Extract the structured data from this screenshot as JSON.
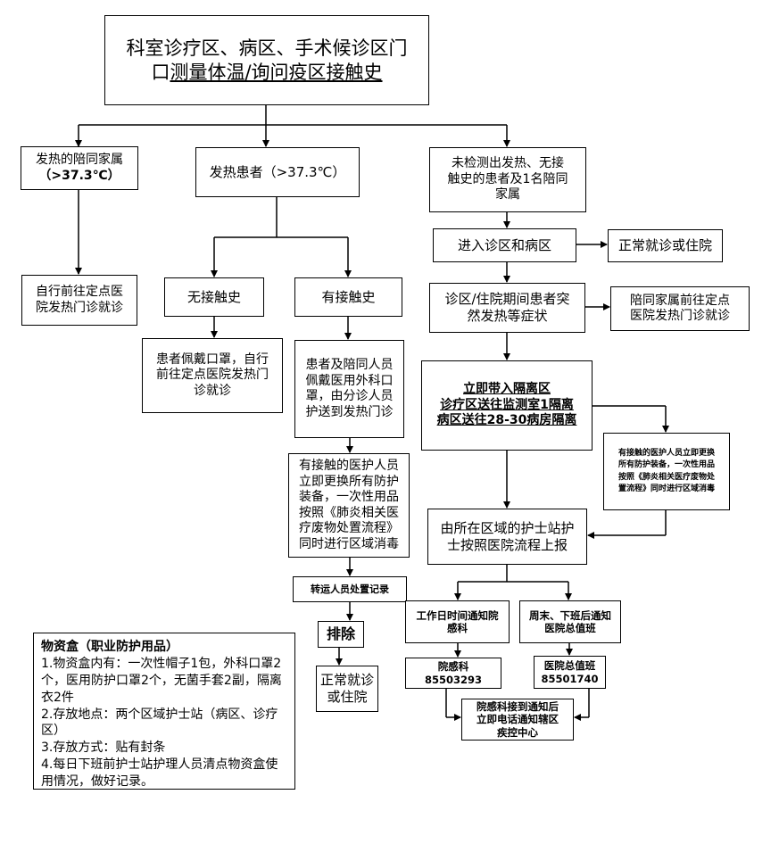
{
  "title": {
    "line1": "科室诊疗区、病区、手术候诊区门",
    "line2_prefix": "口",
    "line2_underlined": "测量体温/询问疫区接触史"
  },
  "fever_family": {
    "line1": "发热的陪同家属",
    "line2": "（>37.3℃）"
  },
  "fever_family_action": {
    "line1": "自行前往定点医",
    "line2": "院发热门诊就诊"
  },
  "fever_patient": "发热患者（>37.3℃）",
  "no_contact": "无接触史",
  "no_contact_action": {
    "line1": "患者佩戴口罩，自行",
    "line2": "前往定点医院发热门",
    "line3": "诊就诊"
  },
  "has_contact": "有接触史",
  "has_contact_action": {
    "line1": "患者及陪同人员",
    "line2": "佩戴医用外科口",
    "line3": "罩，由分诊人员",
    "line4": "护送到发热门诊"
  },
  "staff_replace": {
    "line1": "有接触的医护人员",
    "line2": "立即更换所有防护",
    "line3": "装备，一次性用品",
    "line4": "按照《肺炎相关医",
    "line5": "疗废物处置流程》",
    "line6": "同时进行区域消毒"
  },
  "transport_record": "转运人员处置记录",
  "exclude": "排除",
  "normal_visit_left": {
    "line1": "正常就诊",
    "line2": "或住院"
  },
  "no_fever": {
    "line1": "未检测出发热、无接",
    "line2": "触史的患者及1名陪同",
    "line3": "家属"
  },
  "enter_ward": "进入诊区和病区",
  "normal_visit_right": "正常就诊或住院",
  "sudden_fever": {
    "line1": "诊区/住院期间患者突",
    "line2": "然发热等症状"
  },
  "family_to_fever": {
    "line1": "陪同家属前往定点",
    "line2": "医院发热门诊就诊"
  },
  "isolation": {
    "line1": "立即带入隔离区",
    "line2": "诊疗区送往监测室1隔离",
    "line3": "病区送往28-30病房隔离"
  },
  "staff_replace_small": {
    "line1": "有接触的医护人员立即更换",
    "line2": "所有防护装备，一次性用品",
    "line3": "按照《肺炎相关医疗废物处",
    "line4": "置流程》同时进行区域消毒"
  },
  "report": {
    "line1": "由所在区域的护士站护",
    "line2": "士按照医院流程上报"
  },
  "workday_notify": {
    "line1": "工作日时间通知院",
    "line2": "感科"
  },
  "weekend_notify": {
    "line1": "周末、下班后通知",
    "line2": "医院总值班"
  },
  "infection_dept": "院感科85503293",
  "duty_office": {
    "line1": "医院总值班",
    "line2": "85501740"
  },
  "cdc_notify": {
    "line1": "院感科接到通知后",
    "line2": "立即电话通知辖区",
    "line3": "疾控中心"
  },
  "supplies": {
    "title": "物资盒（职业防护用品）",
    "item1": "1.物资盒内有：一次性帽子1包，外科口罩2个，医用防护口罩2个，无菌手套2副，隔离衣2件",
    "item2": "2.存放地点：两个区域护士站（病区、诊疗区）",
    "item3": "3.存放方式：贴有封条",
    "item4": "4.每日下班前护士站护理人员清点物资盒使用情况，做好记录。"
  }
}
